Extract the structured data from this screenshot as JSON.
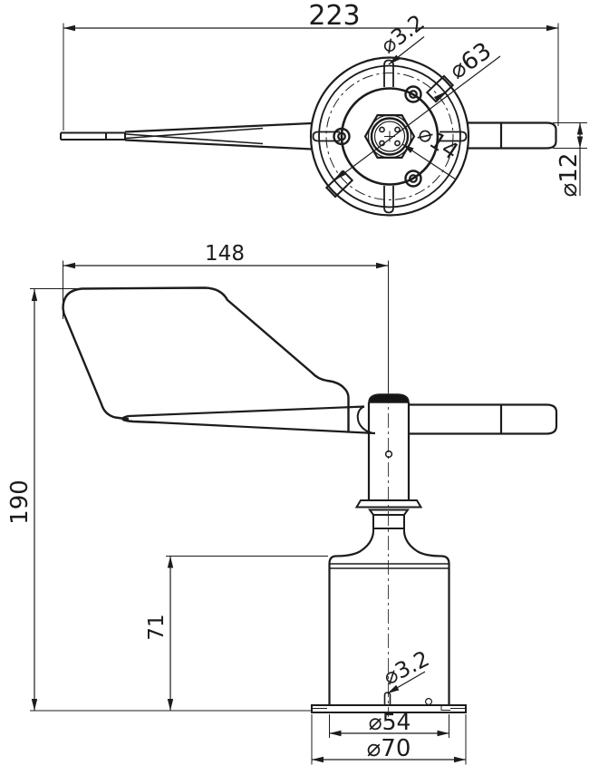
{
  "page": {
    "background": "#ffffff",
    "line_color": "#1c1c1c"
  },
  "drawing": {
    "type": "technical-dimension-drawing",
    "labels": {
      "top_width": "223",
      "top_hole": "⌀3.2",
      "top_bolt_circle": "⌀63",
      "top_connector": "⌀14",
      "top_rod": "⌀12",
      "side_vane_length": "148",
      "side_total_height": "190",
      "side_body_height": "71",
      "side_base_hole": "⌀3.2",
      "side_body_dia": "⌀54",
      "side_flange_dia": "⌀70"
    }
  }
}
